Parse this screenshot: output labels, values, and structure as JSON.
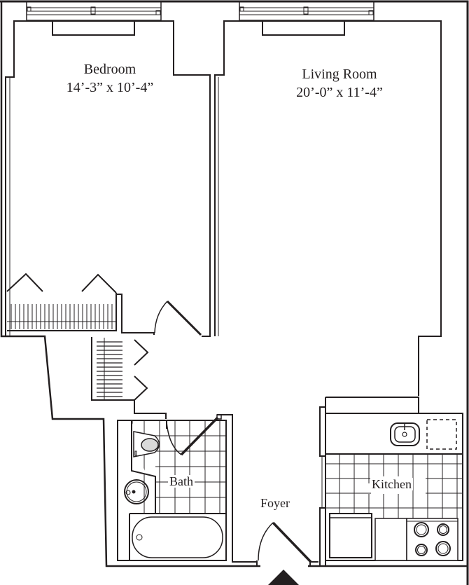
{
  "floorplan": {
    "rooms": [
      {
        "id": "bedroom",
        "name": "Bedroom",
        "dimensions": "14’-3” x 10’-4”"
      },
      {
        "id": "living_room",
        "name": "Living Room",
        "dimensions": "20’-0” x 11’-4”"
      },
      {
        "id": "bath",
        "name": "Bath"
      },
      {
        "id": "kitchen",
        "name": "Kitchen"
      },
      {
        "id": "foyer",
        "name": "Foyer"
      }
    ],
    "icons": [
      "window",
      "closet-door",
      "door-swing",
      "toilet",
      "sink",
      "bathtub",
      "kitchen-sink",
      "dishwasher",
      "refrigerator",
      "stove-burners",
      "entry-arrow"
    ],
    "colors": {
      "line": "#231f20",
      "fill": "#ffffff",
      "toilet_fill": "#d9d9d9"
    }
  }
}
